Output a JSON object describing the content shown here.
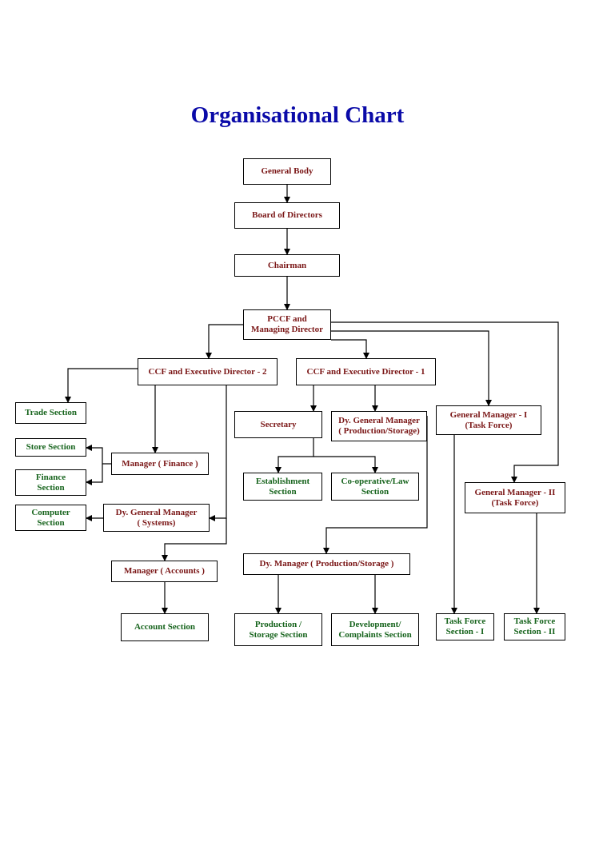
{
  "title": "Organisational Chart",
  "colors": {
    "title": "#0a0aa8",
    "management": "#7a1616",
    "section": "#17641d",
    "line": "#000000"
  },
  "nodes": {
    "general_body": "General Body",
    "board_of_directors": "Board of Directors",
    "chairman": "Chairman",
    "pccf_md": "PCCF and\nManaging Director",
    "ccf_ed2": "CCF and Executive Director - 2",
    "ccf_ed1": "CCF and Executive Director - 1",
    "gm1": "General Manager - I\n(Task Force)",
    "gm2": "General Manager - II\n(Task Force)",
    "trade_section": "Trade Section",
    "store_section": "Store Section",
    "finance_section": "Finance\nSection",
    "computer_section": "Computer\nSection",
    "manager_finance": "Manager ( Finance )",
    "dgm_systems": "Dy. General Manager\n( Systems)",
    "manager_accounts": "Manager  ( Accounts )",
    "account_section": "Account Section",
    "secretary": "Secretary",
    "dgm_production": "Dy. General Manager\n( Production/Storage)",
    "establishment_section": "Establishment\nSection",
    "cooperative_section": "Co-operative/Law\nSection",
    "dm_production": "Dy. Manager ( Production/Storage )",
    "production_section": "Production /\nStorage Section",
    "development_section": "Development/\nComplaints Section",
    "task_force_1": "Task Force\nSection - I",
    "task_force_2": "Task Force\nSection - II"
  }
}
